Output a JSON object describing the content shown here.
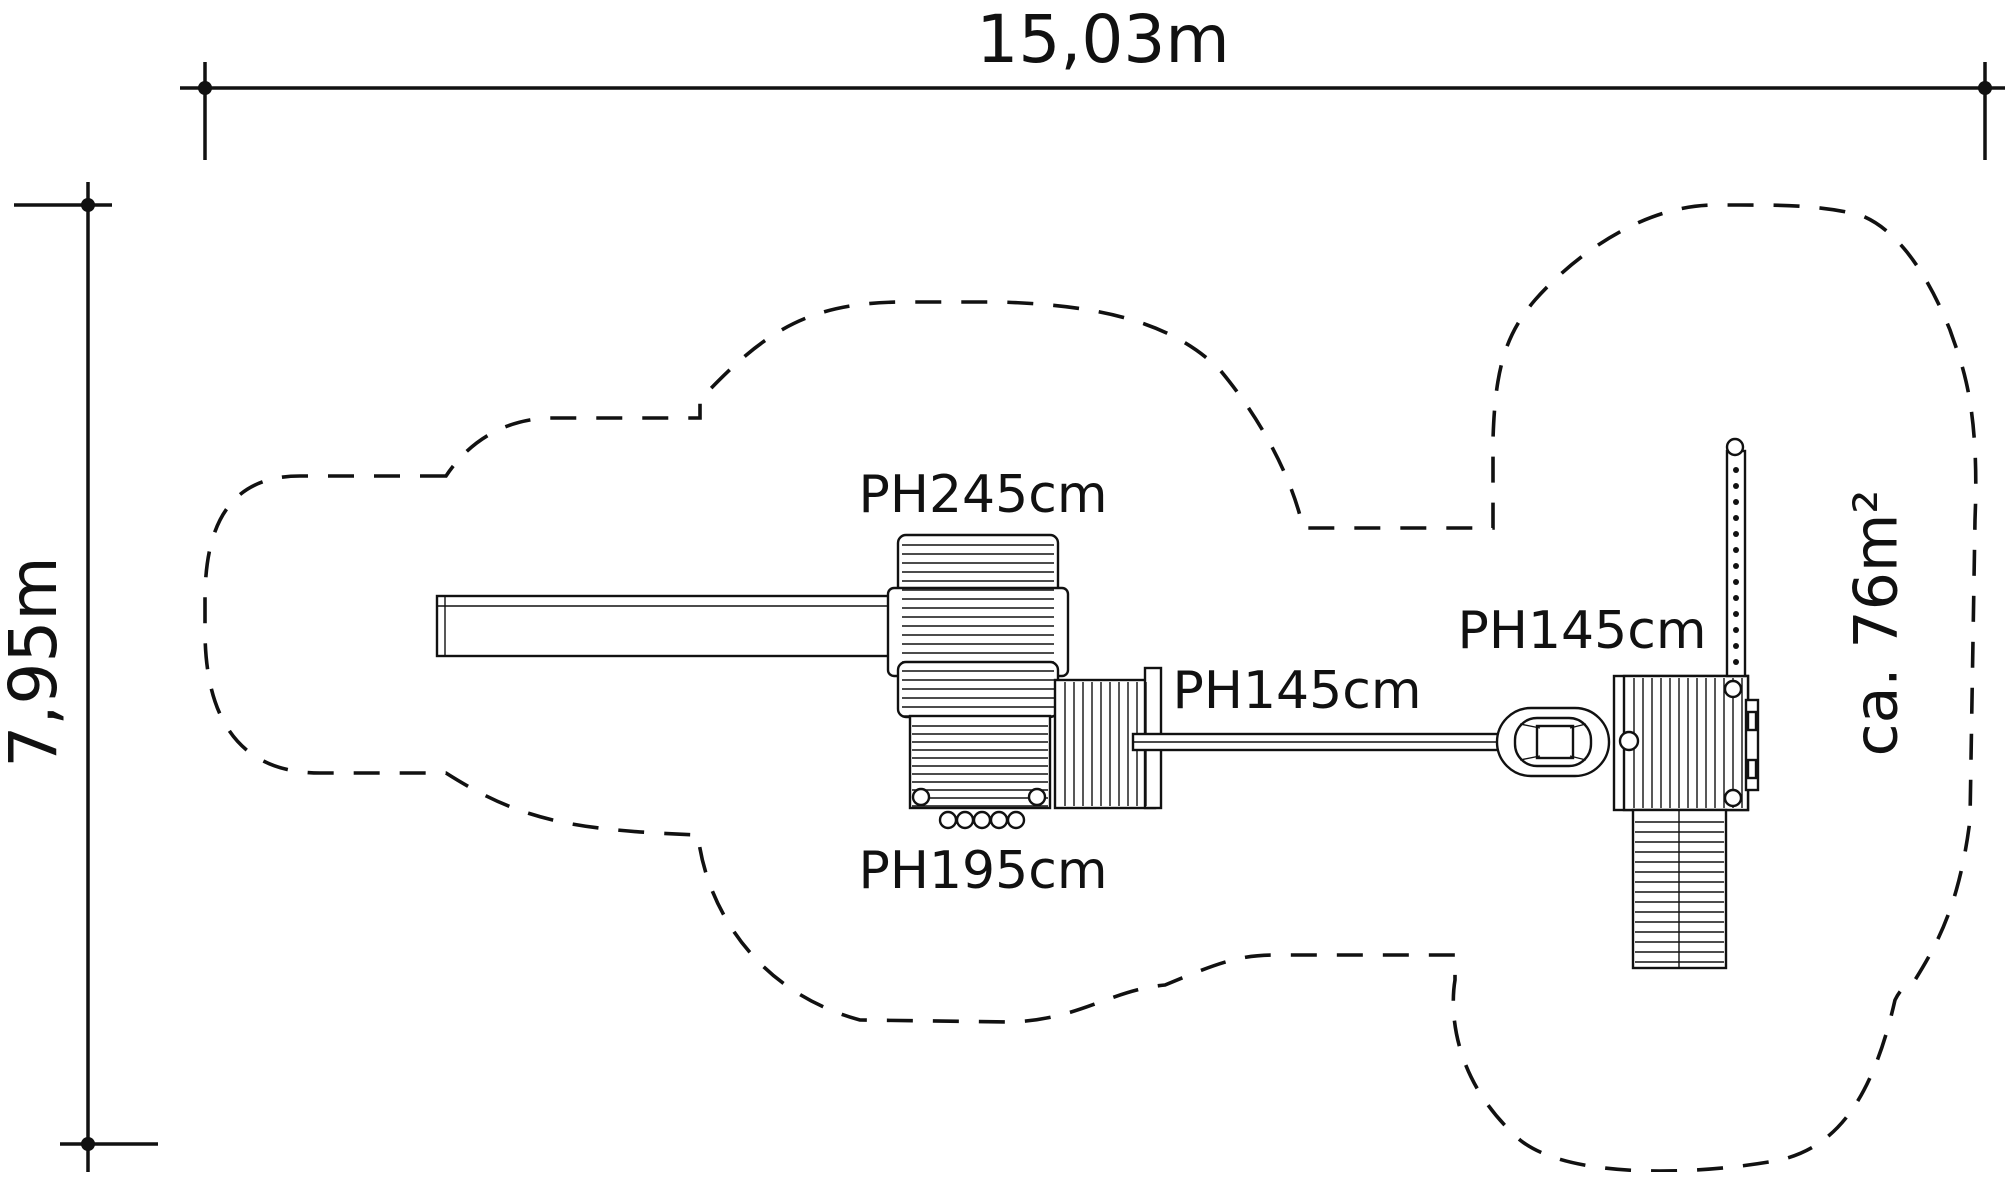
{
  "dimensions": {
    "width_label": "15,03m",
    "height_label": "7,95m"
  },
  "area_label": "ca. 76m²",
  "platform_labels": {
    "top_tower": "PH245cm",
    "bridge": "PH145cm",
    "right_tower": "PH145cm",
    "bottom_tower": "PH195cm"
  },
  "colors": {
    "line": "#111111",
    "background": "#ffffff"
  }
}
